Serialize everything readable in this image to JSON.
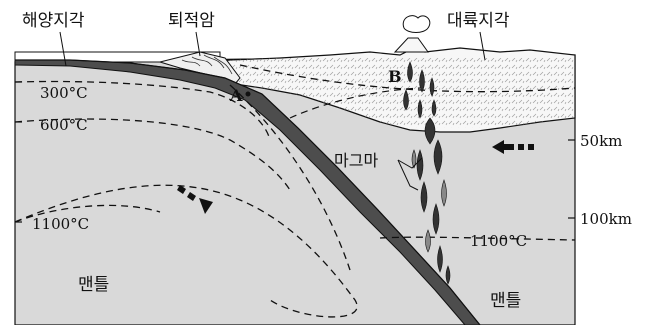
{
  "labels": {
    "oceanic_crust": "해양지각",
    "sediment": "퇴적암",
    "continental_crust": "대륙지각",
    "point_a": "A",
    "point_b": "B",
    "magma": "마그마",
    "mantle_left": "맨틀",
    "mantle_right": "맨틀"
  },
  "isotherms": {
    "t300": "300°C",
    "t600": "600°C",
    "t1100_left": "1100°C",
    "t1100_right": "1100°C"
  },
  "depth_scale": {
    "d50": "50km",
    "d100": "100km"
  },
  "colors": {
    "mantle": "#d9d9d9",
    "slab": "#4d4d4d",
    "crust": "#f7f7f7",
    "line": "#111111"
  }
}
